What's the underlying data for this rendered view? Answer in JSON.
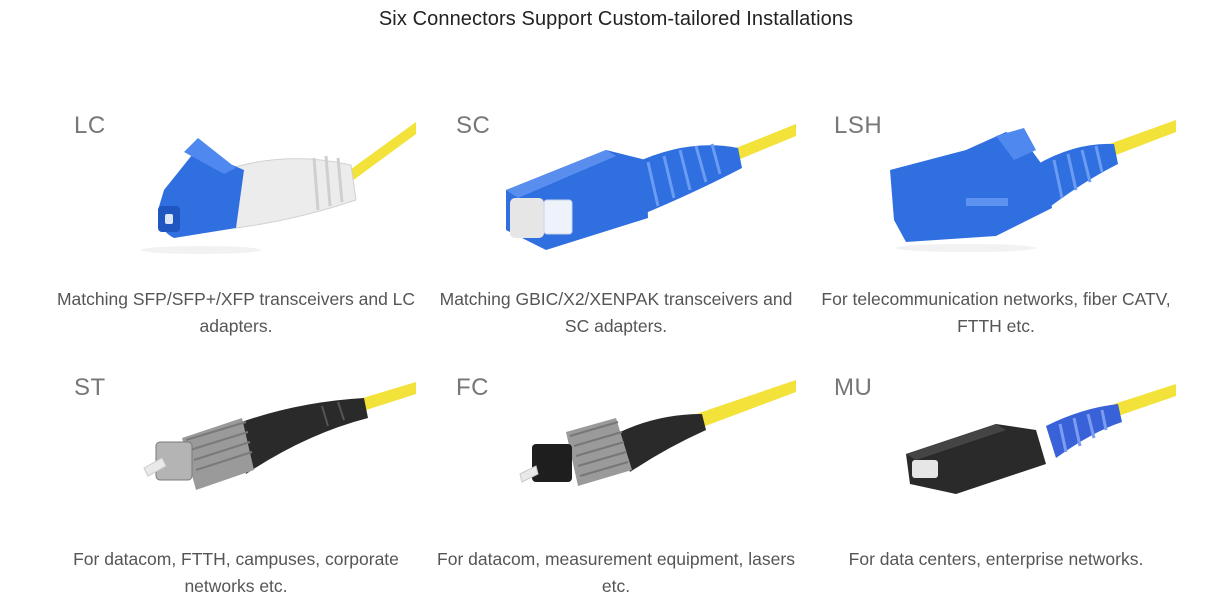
{
  "page": {
    "title": "Six Connectors Support Custom-tailored Installations"
  },
  "connectors": [
    {
      "label": "LC",
      "caption": "Matching SFP/SFP+/XFP transceivers and LC adapters."
    },
    {
      "label": "SC",
      "caption": "Matching GBIC/X2/XENPAK transceivers and SC adapters."
    },
    {
      "label": "LSH",
      "caption": "For telecommunication networks, fiber CATV, FTTH etc."
    },
    {
      "label": "ST",
      "caption": "For datacom, FTTH, campuses, corporate networks etc."
    },
    {
      "label": "FC",
      "caption": "For datacom, measurement equipment, lasers etc."
    },
    {
      "label": "MU",
      "caption": "For data centers, enterprise networks."
    }
  ],
  "colors": {
    "cable": "#f2e23a",
    "blue": "#2f6fe0",
    "white": "#ececec",
    "black": "#2a2a2a",
    "steel": "#9a9a9a"
  }
}
